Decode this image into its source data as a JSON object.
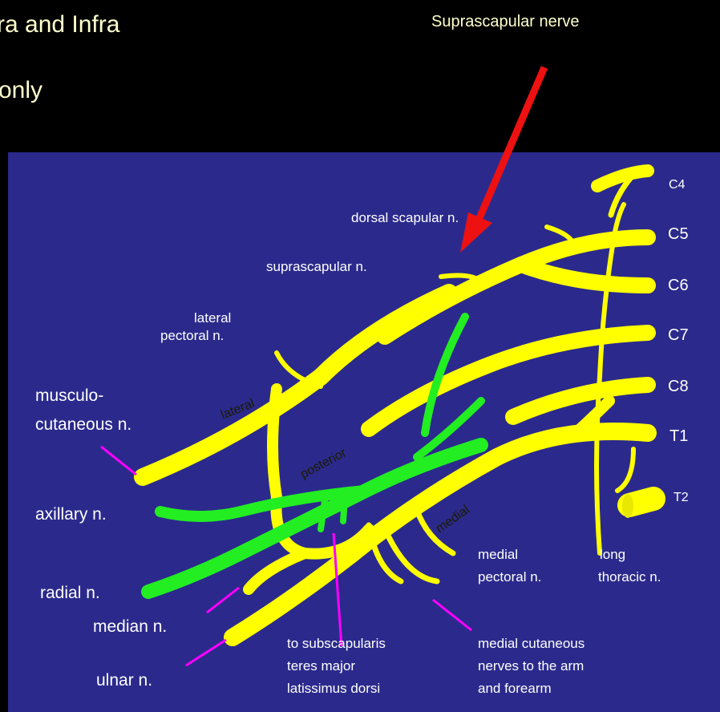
{
  "slide": {
    "title_line1": "ra and Infra",
    "title_line2": "only",
    "callout_label": "Suprascapular nerve"
  },
  "diagram": {
    "roots": [
      "C4",
      "C5",
      "C6",
      "C7",
      "C8",
      "T1",
      "T2"
    ],
    "cords": {
      "lateral": "lateral",
      "posterior": "posterior",
      "medial": "medial"
    },
    "labels": {
      "dorsal_scapular": "dorsal scapular n.",
      "suprascapular": "suprascapular n.",
      "lateral_pectoral_1": "lateral",
      "lateral_pectoral_2": "pectoral n.",
      "musculo_1": "musculo-",
      "musculo_2": "cutaneous n.",
      "axillary": "axillary n.",
      "radial": "radial n.",
      "median": "median n.",
      "ulnar": "ulnar n.",
      "subscap_1": "to subscapularis",
      "subscap_2": "teres major",
      "subscap_3": "latissimus dorsi",
      "medial_pectoral_1": "medial",
      "medial_pectoral_2": "pectoral n.",
      "long_thoracic_1": "long",
      "long_thoracic_2": "thoracic n.",
      "medial_cut_1": "medial cutaneous",
      "medial_cut_2": "nerves to the arm",
      "medial_cut_3": "and forearm"
    },
    "colors": {
      "background": "#2b2a8c",
      "nerve": "#ffff00",
      "posterior_cord": "#22ee22",
      "pointer_lines": "#ff00ff",
      "arrow": "#ee1111"
    }
  }
}
